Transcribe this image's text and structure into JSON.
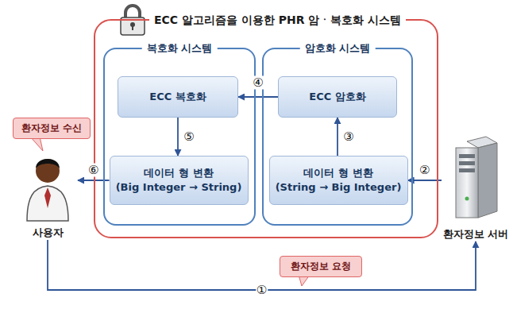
{
  "diagram": {
    "nodes": [
      {
        "text": [
          "ECC 알고리즘을 이용한 PHR 암ㆍ복호화 시스템"
        ]
      },
      {
        "text": [
          "복호화 시스템"
        ],
        "in": 0
      },
      {
        "text": [
          "ECC 복호화"
        ],
        "in": 1
      },
      {
        "text": [
          "데이터 형 변환 (Big Integer → String)"
        ],
        "in": 1
      },
      {
        "text": [
          "암호화 시스템"
        ],
        "in": 0
      },
      {
        "text": [
          "ECC 암호화"
        ],
        "in": 4
      },
      {
        "text": [
          "데이터 형 변환 (String → Big Integer)"
        ],
        "in": 4
      },
      {
        "text": [
          "사용자"
        ]
      },
      {
        "text": [
          "환자정보 서버"
        ]
      },
      {
        "text": [
          "환자정보 수신"
        ]
      },
      {
        "text": [
          "환자정보 요청"
        ]
      }
    ],
    "edges": [
      {
        "from": 7,
        "to": 8,
        "label": "①",
        "arrow": "to"
      },
      {
        "from": 8,
        "to": 6,
        "label": "②",
        "arrow": "to"
      },
      {
        "from": 6,
        "to": 5,
        "label": "③",
        "arrow": "to"
      },
      {
        "from": 5,
        "to": 2,
        "label": "④",
        "arrow": "to"
      },
      {
        "from": 2,
        "to": 3,
        "label": "⑤",
        "arrow": "to"
      },
      {
        "from": 3,
        "to": 7,
        "label": "⑥",
        "arrow": "to"
      }
    ]
  }
}
